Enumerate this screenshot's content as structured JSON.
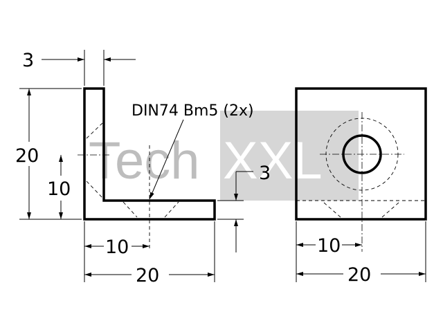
{
  "watermark": {
    "brand": "TechXXL",
    "tech": "Tech",
    "xxl": "XXL",
    "box_color": "#d6d6d6",
    "text_color": "#bdbdbd"
  },
  "callout": {
    "text": "DIN74 Bm5 (2x)"
  },
  "side_view": {
    "thickness": "3",
    "height": "20",
    "hole_height": "10",
    "hole_offset": "10",
    "width": "20",
    "base_thickness": "3"
  },
  "front_view": {
    "hole_offset": "10",
    "width": "20"
  },
  "colors": {
    "line": "#000000",
    "hidden": "#000000",
    "background": "#ffffff"
  }
}
